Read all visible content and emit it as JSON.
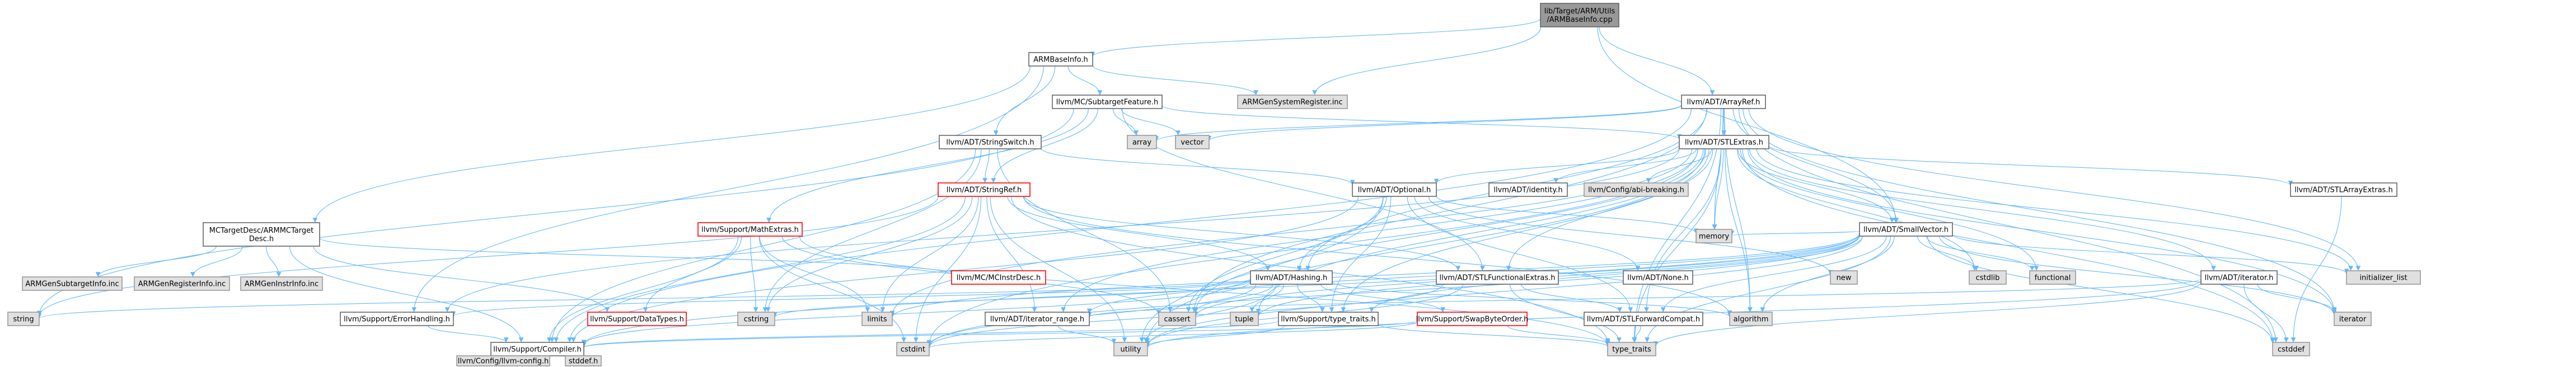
{
  "colors": {
    "root_fill": "#999999",
    "default_fill": "#ffffff",
    "system_fill": "#e0e0e0",
    "border": "#666666",
    "red_border": "#ff0000",
    "edge": "#63b8ff"
  },
  "nodes": [
    {
      "id": "root",
      "lines": [
        "lib/Target/ARM/Utils",
        "/ARMBaseInfo.cpp"
      ],
      "style": "root"
    },
    {
      "id": "n1",
      "lines": [
        "ARMBaseInfo.h"
      ],
      "style": "default"
    },
    {
      "id": "n2",
      "lines": [
        "ARMGenSystemRegister.inc"
      ],
      "style": "system"
    },
    {
      "id": "n3",
      "lines": [
        "llvm/ADT/ArrayRef.h"
      ],
      "style": "default"
    },
    {
      "id": "n4",
      "lines": [
        "llvm/MC/SubtargetFeature.h"
      ],
      "style": "default"
    },
    {
      "id": "n5",
      "lines": [
        "array"
      ],
      "style": "system"
    },
    {
      "id": "n6",
      "lines": [
        "vector"
      ],
      "style": "system"
    },
    {
      "id": "n7",
      "lines": [
        "llvm/ADT/STLExtras.h"
      ],
      "style": "default"
    },
    {
      "id": "n8",
      "lines": [
        "llvm/ADT/StringSwitch.h"
      ],
      "style": "default"
    },
    {
      "id": "n9",
      "lines": [
        "MCTargetDesc/ARMMCTarget",
        "Desc.h"
      ],
      "style": "default"
    },
    {
      "id": "n10",
      "lines": [
        "llvm/ADT/StringRef.h"
      ],
      "style": "red"
    },
    {
      "id": "n11",
      "lines": [
        "llvm/ADT/Optional.h"
      ],
      "style": "default"
    },
    {
      "id": "n12",
      "lines": [
        "llvm/ADT/identity.h"
      ],
      "style": "default"
    },
    {
      "id": "n13",
      "lines": [
        "llvm/Config/abi-breaking.h"
      ],
      "style": "system"
    },
    {
      "id": "n14",
      "lines": [
        "llvm/ADT/SmallVector.h"
      ],
      "style": "default"
    },
    {
      "id": "n15",
      "lines": [
        "llvm/ADT/STLArrayExtras.h"
      ],
      "style": "default"
    },
    {
      "id": "n16",
      "lines": [
        "ARMGenSubtargetInfo.inc"
      ],
      "style": "system"
    },
    {
      "id": "n17",
      "lines": [
        "ARMGenRegisterInfo.inc"
      ],
      "style": "system"
    },
    {
      "id": "n18",
      "lines": [
        "ARMGenInstrInfo.inc"
      ],
      "style": "system"
    },
    {
      "id": "n19",
      "lines": [
        "llvm/Support/MathExtras.h"
      ],
      "style": "red"
    },
    {
      "id": "n20",
      "lines": [
        "llvm/MC/MCInstrDesc.h"
      ],
      "style": "red"
    },
    {
      "id": "n21",
      "lines": [
        "llvm/ADT/Hashing.h"
      ],
      "style": "default"
    },
    {
      "id": "n22",
      "lines": [
        "llvm/ADT/STLFunctionalExtras.h"
      ],
      "style": "default"
    },
    {
      "id": "n23",
      "lines": [
        "llvm/ADT/None.h"
      ],
      "style": "default"
    },
    {
      "id": "n24",
      "lines": [
        "memory"
      ],
      "style": "system"
    },
    {
      "id": "n25",
      "lines": [
        "new"
      ],
      "style": "system"
    },
    {
      "id": "n26",
      "lines": [
        "cstdlib"
      ],
      "style": "system"
    },
    {
      "id": "n27",
      "lines": [
        "functional"
      ],
      "style": "system"
    },
    {
      "id": "n28",
      "lines": [
        "llvm/ADT/iterator.h"
      ],
      "style": "default"
    },
    {
      "id": "n29",
      "lines": [
        "initializer_list"
      ],
      "style": "system"
    },
    {
      "id": "n30",
      "lines": [
        "string"
      ],
      "style": "system"
    },
    {
      "id": "n31",
      "lines": [
        "llvm/Support/ErrorHandling.h"
      ],
      "style": "default"
    },
    {
      "id": "n32",
      "lines": [
        "llvm/Support/DataTypes.h"
      ],
      "style": "red"
    },
    {
      "id": "n33",
      "lines": [
        "cstring"
      ],
      "style": "system"
    },
    {
      "id": "n34",
      "lines": [
        "limits"
      ],
      "style": "system"
    },
    {
      "id": "n35",
      "lines": [
        "llvm/ADT/iterator_range.h"
      ],
      "style": "default"
    },
    {
      "id": "n36",
      "lines": [
        "cassert"
      ],
      "style": "system"
    },
    {
      "id": "n37",
      "lines": [
        "tuple"
      ],
      "style": "system"
    },
    {
      "id": "n38",
      "lines": [
        "llvm/Support/type_traits.h"
      ],
      "style": "default"
    },
    {
      "id": "n39",
      "lines": [
        "llvm/Support/SwapByteOrder.h"
      ],
      "style": "red"
    },
    {
      "id": "n40",
      "lines": [
        "algorithm"
      ],
      "style": "system"
    },
    {
      "id": "n41",
      "lines": [
        "llvm/ADT/STLForwardCompat.h"
      ],
      "style": "default"
    },
    {
      "id": "n42",
      "lines": [
        "iterator"
      ],
      "style": "system"
    },
    {
      "id": "n43",
      "lines": [
        "llvm/Support/Compiler.h"
      ],
      "style": "default"
    },
    {
      "id": "n44",
      "lines": [
        "cstdint"
      ],
      "style": "system"
    },
    {
      "id": "n45",
      "lines": [
        "utility"
      ],
      "style": "system"
    },
    {
      "id": "n46",
      "lines": [
        "type_traits"
      ],
      "style": "system"
    },
    {
      "id": "n47",
      "lines": [
        "cstddef"
      ],
      "style": "system"
    },
    {
      "id": "n48",
      "lines": [
        "llvm/Config/llvm-config.h"
      ],
      "style": "system"
    },
    {
      "id": "n49",
      "lines": [
        "stddef.h"
      ],
      "style": "system"
    }
  ],
  "edges": [
    [
      "root",
      "n1"
    ],
    [
      "root",
      "n2"
    ],
    [
      "root",
      "n3"
    ],
    [
      "root",
      "n14"
    ],
    [
      "n1",
      "n2"
    ],
    [
      "n1",
      "n4"
    ],
    [
      "n1",
      "n8"
    ],
    [
      "n1",
      "n9"
    ],
    [
      "n1",
      "n31"
    ],
    [
      "n3",
      "n7"
    ],
    [
      "n3",
      "n14"
    ],
    [
      "n3",
      "n5"
    ],
    [
      "n3",
      "n6"
    ],
    [
      "n3",
      "n21"
    ],
    [
      "n3",
      "n24"
    ],
    [
      "n3",
      "n36"
    ],
    [
      "n3",
      "n47"
    ],
    [
      "n3",
      "n29"
    ],
    [
      "n3",
      "n42"
    ],
    [
      "n3",
      "n46"
    ],
    [
      "n3",
      "n43"
    ],
    [
      "n3",
      "n40"
    ],
    [
      "n4",
      "n7"
    ],
    [
      "n4",
      "n10"
    ],
    [
      "n4",
      "n19"
    ],
    [
      "n4",
      "n5"
    ],
    [
      "n4",
      "n6"
    ],
    [
      "n4",
      "n30"
    ],
    [
      "n4",
      "n22"
    ],
    [
      "n7",
      "n11"
    ],
    [
      "n7",
      "n12"
    ],
    [
      "n7",
      "n13"
    ],
    [
      "n7",
      "n14"
    ],
    [
      "n7",
      "n15"
    ],
    [
      "n7",
      "n22"
    ],
    [
      "n7",
      "n28"
    ],
    [
      "n7",
      "n35"
    ],
    [
      "n7",
      "n41"
    ],
    [
      "n7",
      "n31"
    ],
    [
      "n7",
      "n24"
    ],
    [
      "n7",
      "n40"
    ],
    [
      "n7",
      "n36"
    ],
    [
      "n7",
      "n47"
    ],
    [
      "n7",
      "n44"
    ],
    [
      "n7",
      "n26"
    ],
    [
      "n7",
      "n27"
    ],
    [
      "n7",
      "n29"
    ],
    [
      "n7",
      "n42"
    ],
    [
      "n7",
      "n34"
    ],
    [
      "n7",
      "n37"
    ],
    [
      "n7",
      "n45"
    ],
    [
      "n7",
      "n46"
    ],
    [
      "n7",
      "n38"
    ],
    [
      "n8",
      "n10"
    ],
    [
      "n8",
      "n11"
    ],
    [
      "n8",
      "n33"
    ],
    [
      "n8",
      "n36"
    ],
    [
      "n8",
      "n43"
    ],
    [
      "n9",
      "n16"
    ],
    [
      "n9",
      "n17"
    ],
    [
      "n9",
      "n18"
    ],
    [
      "n9",
      "n20"
    ],
    [
      "n9",
      "n32"
    ],
    [
      "n9",
      "n43"
    ],
    [
      "n10",
      "n21"
    ],
    [
      "n10",
      "n22"
    ],
    [
      "n10",
      "n35"
    ],
    [
      "n10",
      "n43"
    ],
    [
      "n10",
      "n30"
    ],
    [
      "n10",
      "n33"
    ],
    [
      "n10",
      "n34"
    ],
    [
      "n10",
      "n40"
    ],
    [
      "n10",
      "n45"
    ],
    [
      "n10",
      "n46"
    ],
    [
      "n10",
      "n44"
    ],
    [
      "n11",
      "n21"
    ],
    [
      "n11",
      "n23"
    ],
    [
      "n11",
      "n41"
    ],
    [
      "n11",
      "n38"
    ],
    [
      "n11",
      "n43"
    ],
    [
      "n11",
      "n36"
    ],
    [
      "n11",
      "n24"
    ],
    [
      "n11",
      "n25"
    ],
    [
      "n11",
      "n45"
    ],
    [
      "n14",
      "n35"
    ],
    [
      "n14",
      "n38"
    ],
    [
      "n14",
      "n43"
    ],
    [
      "n14",
      "n40"
    ],
    [
      "n14",
      "n36"
    ],
    [
      "n14",
      "n47"
    ],
    [
      "n14",
      "n26"
    ],
    [
      "n14",
      "n27"
    ],
    [
      "n14",
      "n29"
    ],
    [
      "n14",
      "n42"
    ],
    [
      "n14",
      "n34"
    ],
    [
      "n14",
      "n24"
    ],
    [
      "n14",
      "n37"
    ],
    [
      "n14",
      "n45"
    ],
    [
      "n14",
      "n46"
    ],
    [
      "n14",
      "n44"
    ],
    [
      "n14",
      "n41"
    ],
    [
      "n15",
      "n47"
    ],
    [
      "n19",
      "n43"
    ],
    [
      "n19",
      "n32"
    ],
    [
      "n19",
      "n33"
    ],
    [
      "n19",
      "n34"
    ],
    [
      "n19",
      "n36"
    ],
    [
      "n19",
      "n44"
    ],
    [
      "n19",
      "n46"
    ],
    [
      "n21",
      "n31"
    ],
    [
      "n21",
      "n39"
    ],
    [
      "n21",
      "n38"
    ],
    [
      "n21",
      "n43"
    ],
    [
      "n21",
      "n40"
    ],
    [
      "n21",
      "n36"
    ],
    [
      "n21",
      "n30"
    ],
    [
      "n21",
      "n37"
    ],
    [
      "n21",
      "n45"
    ],
    [
      "n21",
      "n33"
    ],
    [
      "n21",
      "n44"
    ],
    [
      "n22",
      "n41"
    ],
    [
      "n22",
      "n46"
    ],
    [
      "n22",
      "n44"
    ],
    [
      "n22",
      "n45"
    ],
    [
      "n28",
      "n35"
    ],
    [
      "n28",
      "n42"
    ],
    [
      "n28",
      "n47"
    ],
    [
      "n28",
      "n46"
    ],
    [
      "n28",
      "n45"
    ],
    [
      "n31",
      "n43"
    ],
    [
      "n35",
      "n45"
    ],
    [
      "n38",
      "n45"
    ],
    [
      "n38",
      "n46"
    ],
    [
      "n38",
      "n43"
    ],
    [
      "n39",
      "n43"
    ],
    [
      "n39",
      "n44"
    ],
    [
      "n39",
      "n46"
    ],
    [
      "n41",
      "n46"
    ],
    [
      "n43",
      "n48"
    ],
    [
      "n43",
      "n49"
    ]
  ]
}
